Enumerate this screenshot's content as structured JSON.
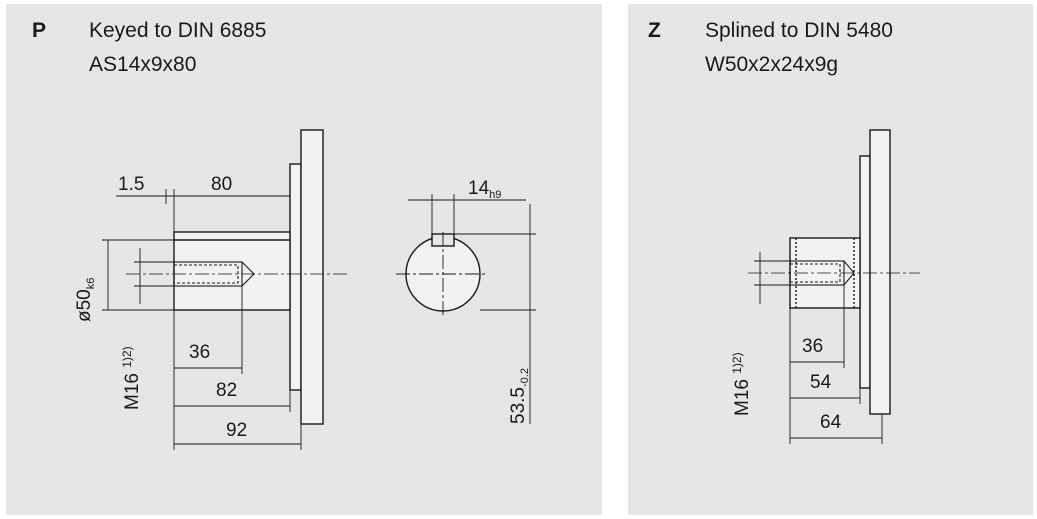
{
  "panel_p": {
    "code": "P",
    "title": "Keyed to DIN 6885",
    "subtitle": "AS14x9x80",
    "dims": {
      "d1": "1.5",
      "d2": "80",
      "d3": "36",
      "d4": "82",
      "d5": "92",
      "dia": "ø50",
      "dia_tol": "k6",
      "thread": "M16",
      "thread_notes": "1)2)",
      "key": "14",
      "key_tol": "h9",
      "height": "53.5",
      "height_tol": "-0.2"
    }
  },
  "panel_z": {
    "code": "Z",
    "title": "Splined to DIN 5480",
    "subtitle": "W50x2x24x9g",
    "dims": {
      "d1": "36",
      "d2": "54",
      "d3": "64",
      "thread": "M16",
      "thread_notes": "1)2)"
    }
  },
  "colors": {
    "panel_bg": "#e6e6e6",
    "line": "#1a1a1a",
    "shaft_fill": "#f2f2f2"
  }
}
